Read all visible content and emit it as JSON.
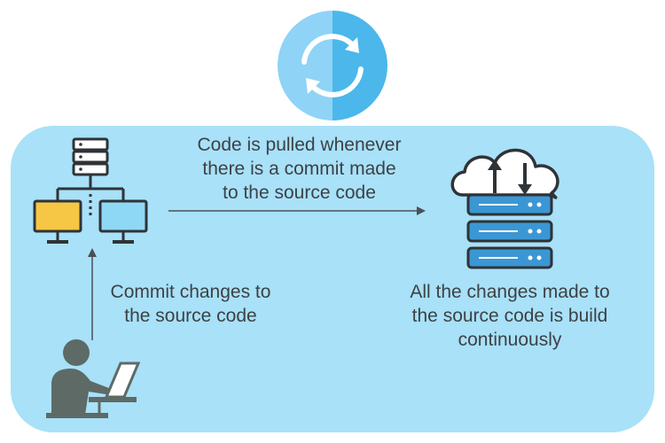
{
  "labels": {
    "pull": [
      "Code is pulled whenever",
      "there is a commit made",
      "to the source code"
    ],
    "commit": [
      "Commit changes to",
      "the source code"
    ],
    "build": [
      "All the changes made to",
      "the source code is build",
      "continuously"
    ]
  },
  "icons": {
    "sync": "sync-icon",
    "repository": "repository-network-icon",
    "ci_server": "cloud-server-icon",
    "developer": "developer-laptop-icon"
  },
  "colors": {
    "panel": "#a8e1f8",
    "sync_light": "#8fd3f7",
    "sync_dark": "#4bb7ea",
    "text": "#3d4145",
    "outline": "#2f3337",
    "server_blue": "#3b97d3",
    "monitor_yellow": "#f6c744",
    "monitor_blue": "#8fd8f5",
    "developer": "#5e6a66"
  }
}
